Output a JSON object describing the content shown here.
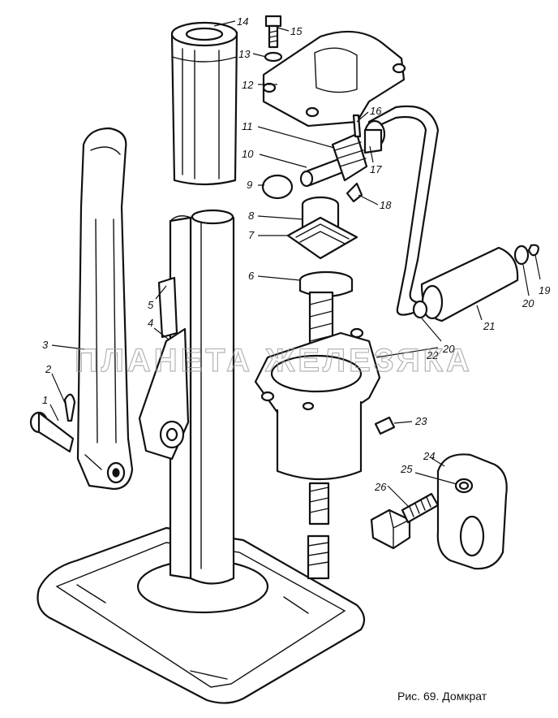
{
  "caption": "Рис. 69. Домкрат",
  "watermark": "ПЛАНЕТА ЖЕЛЕЗЯКА",
  "callouts": [
    {
      "id": "c1",
      "label": "1"
    },
    {
      "id": "c2",
      "label": "2"
    },
    {
      "id": "c3",
      "label": "3"
    },
    {
      "id": "c4",
      "label": "4"
    },
    {
      "id": "c5",
      "label": "5"
    },
    {
      "id": "c6",
      "label": "6"
    },
    {
      "id": "c7",
      "label": "7"
    },
    {
      "id": "c8",
      "label": "8"
    },
    {
      "id": "c9",
      "label": "9"
    },
    {
      "id": "c10",
      "label": "10"
    },
    {
      "id": "c11",
      "label": "11"
    },
    {
      "id": "c12",
      "label": "12"
    },
    {
      "id": "c13",
      "label": "13"
    },
    {
      "id": "c14",
      "label": "14"
    },
    {
      "id": "c15",
      "label": "15"
    },
    {
      "id": "c16",
      "label": "16"
    },
    {
      "id": "c17",
      "label": "17"
    },
    {
      "id": "c18",
      "label": "18"
    },
    {
      "id": "c19",
      "label": "19"
    },
    {
      "id": "c20a",
      "label": "20"
    },
    {
      "id": "c20b",
      "label": "20"
    },
    {
      "id": "c21",
      "label": "21"
    },
    {
      "id": "c22",
      "label": "22"
    },
    {
      "id": "c23",
      "label": "23"
    },
    {
      "id": "c24",
      "label": "24"
    },
    {
      "id": "c25",
      "label": "25"
    },
    {
      "id": "c26",
      "label": "26"
    }
  ]
}
